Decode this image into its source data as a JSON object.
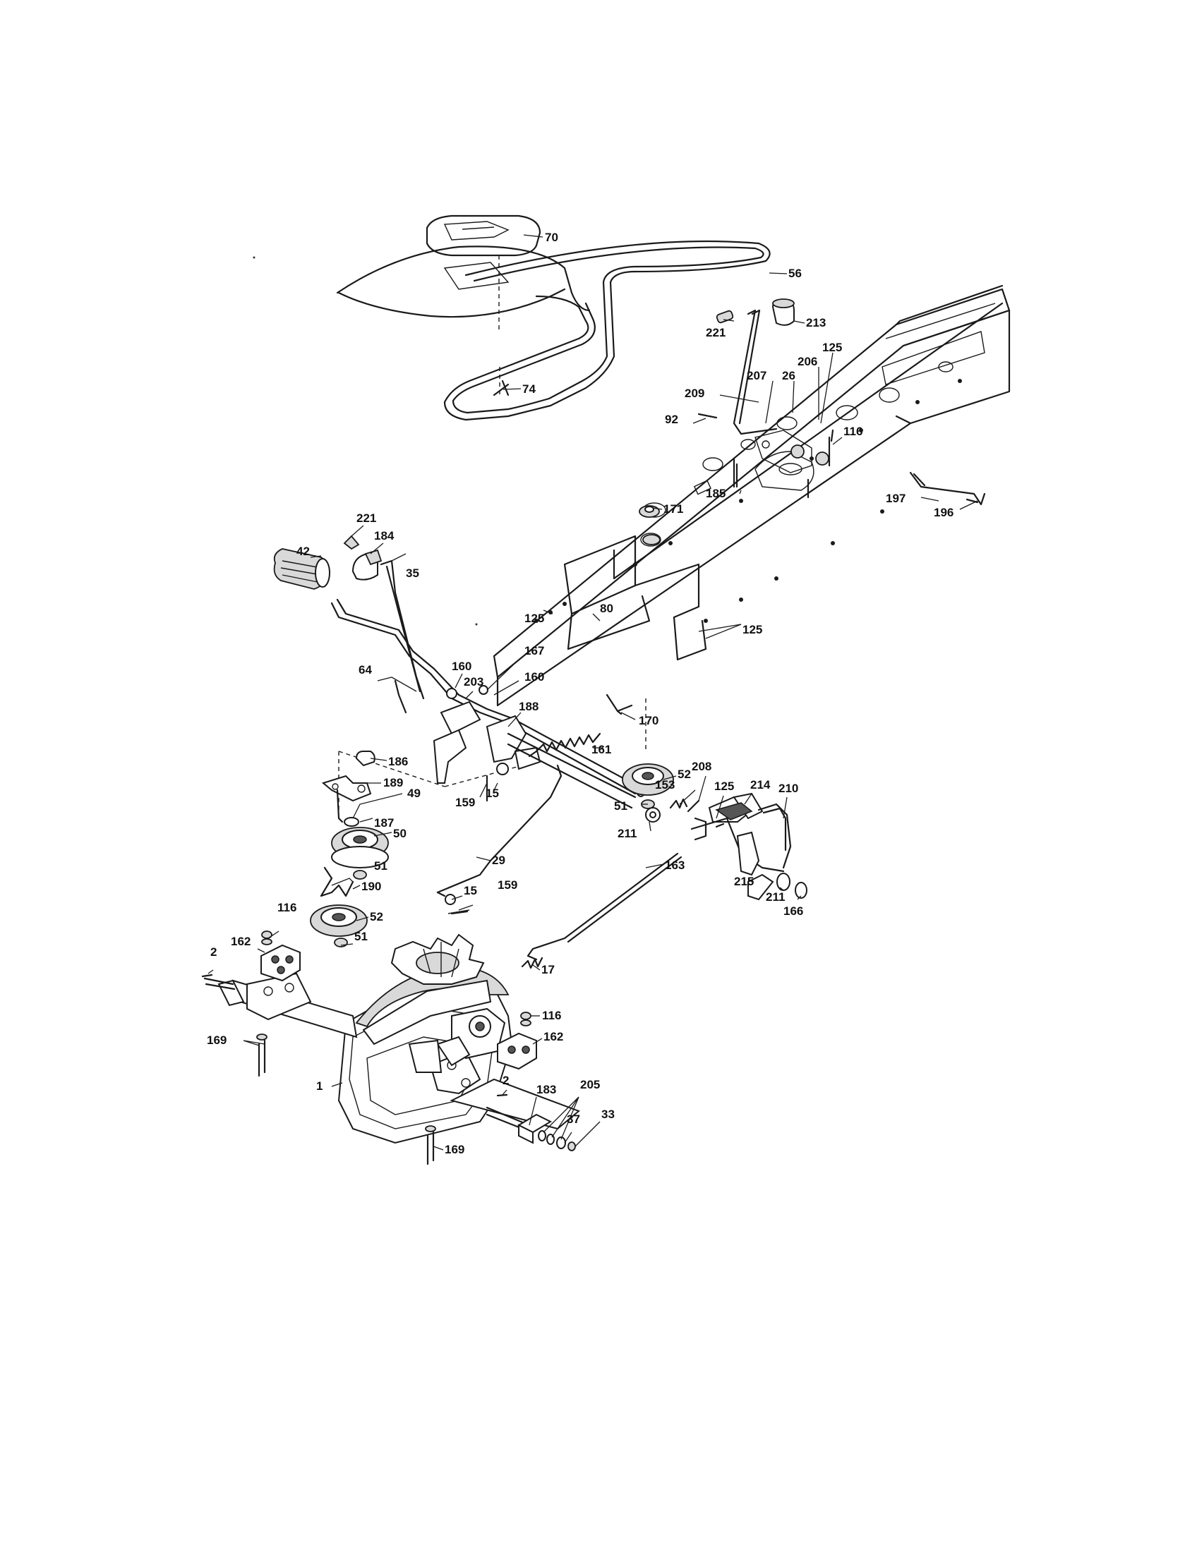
{
  "diagram": {
    "part_labels": [
      {
        "id": "p70",
        "text": "70"
      },
      {
        "id": "p56",
        "text": "56"
      },
      {
        "id": "p213",
        "text": "213"
      },
      {
        "id": "p221a",
        "text": "221"
      },
      {
        "id": "p206",
        "text": "206"
      },
      {
        "id": "p125a",
        "text": "125"
      },
      {
        "id": "p207",
        "text": "207"
      },
      {
        "id": "p26",
        "text": "26"
      },
      {
        "id": "p209",
        "text": "209"
      },
      {
        "id": "p74",
        "text": "74"
      },
      {
        "id": "p92",
        "text": "92"
      },
      {
        "id": "p116a",
        "text": "116"
      },
      {
        "id": "p185",
        "text": "185"
      },
      {
        "id": "p197",
        "text": "197"
      },
      {
        "id": "p196",
        "text": "196"
      },
      {
        "id": "p171",
        "text": "171"
      },
      {
        "id": "p221b",
        "text": "221"
      },
      {
        "id": "p184",
        "text": "184"
      },
      {
        "id": "p42",
        "text": "42"
      },
      {
        "id": "p35",
        "text": "35"
      },
      {
        "id": "p125b",
        "text": "125"
      },
      {
        "id": "p80",
        "text": "80"
      },
      {
        "id": "p125c",
        "text": "125"
      },
      {
        "id": "p167",
        "text": "167"
      },
      {
        "id": "p160a",
        "text": "160"
      },
      {
        "id": "p64",
        "text": "64"
      },
      {
        "id": "p203",
        "text": "203"
      },
      {
        "id": "p160b",
        "text": "160"
      },
      {
        "id": "p188",
        "text": "188"
      },
      {
        "id": "p161",
        "text": "161"
      },
      {
        "id": "p170",
        "text": "170"
      },
      {
        "id": "p52a",
        "text": "52"
      },
      {
        "id": "p186",
        "text": "186"
      },
      {
        "id": "p189",
        "text": "189"
      },
      {
        "id": "p49",
        "text": "49"
      },
      {
        "id": "p159a",
        "text": "159"
      },
      {
        "id": "p15a",
        "text": "15"
      },
      {
        "id": "p51a",
        "text": "51"
      },
      {
        "id": "p153",
        "text": "153"
      },
      {
        "id": "p208",
        "text": "208"
      },
      {
        "id": "p125d",
        "text": "125"
      },
      {
        "id": "p214",
        "text": "214"
      },
      {
        "id": "p210",
        "text": "210"
      },
      {
        "id": "p187",
        "text": "187"
      },
      {
        "id": "p50",
        "text": "50"
      },
      {
        "id": "p211a",
        "text": "211"
      },
      {
        "id": "p29",
        "text": "29"
      },
      {
        "id": "p163",
        "text": "163"
      },
      {
        "id": "p51b",
        "text": "51"
      },
      {
        "id": "p190",
        "text": "190"
      },
      {
        "id": "p15b",
        "text": "15"
      },
      {
        "id": "p159b",
        "text": "159"
      },
      {
        "id": "p215",
        "text": "215"
      },
      {
        "id": "p211b",
        "text": "211"
      },
      {
        "id": "p166",
        "text": "166"
      },
      {
        "id": "p116b",
        "text": "116"
      },
      {
        "id": "p52b",
        "text": "52"
      },
      {
        "id": "p51c",
        "text": "51"
      },
      {
        "id": "p162a",
        "text": "162"
      },
      {
        "id": "p2a",
        "text": "2"
      },
      {
        "id": "p17",
        "text": "17"
      },
      {
        "id": "p116c",
        "text": "116"
      },
      {
        "id": "p162b",
        "text": "162"
      },
      {
        "id": "p169a",
        "text": "169"
      },
      {
        "id": "p1",
        "text": "1"
      },
      {
        "id": "p2b",
        "text": "2"
      },
      {
        "id": "p183",
        "text": "183"
      },
      {
        "id": "p205",
        "text": "205"
      },
      {
        "id": "p37",
        "text": "37"
      },
      {
        "id": "p33",
        "text": "33"
      },
      {
        "id": "p169b",
        "text": "169"
      }
    ]
  }
}
